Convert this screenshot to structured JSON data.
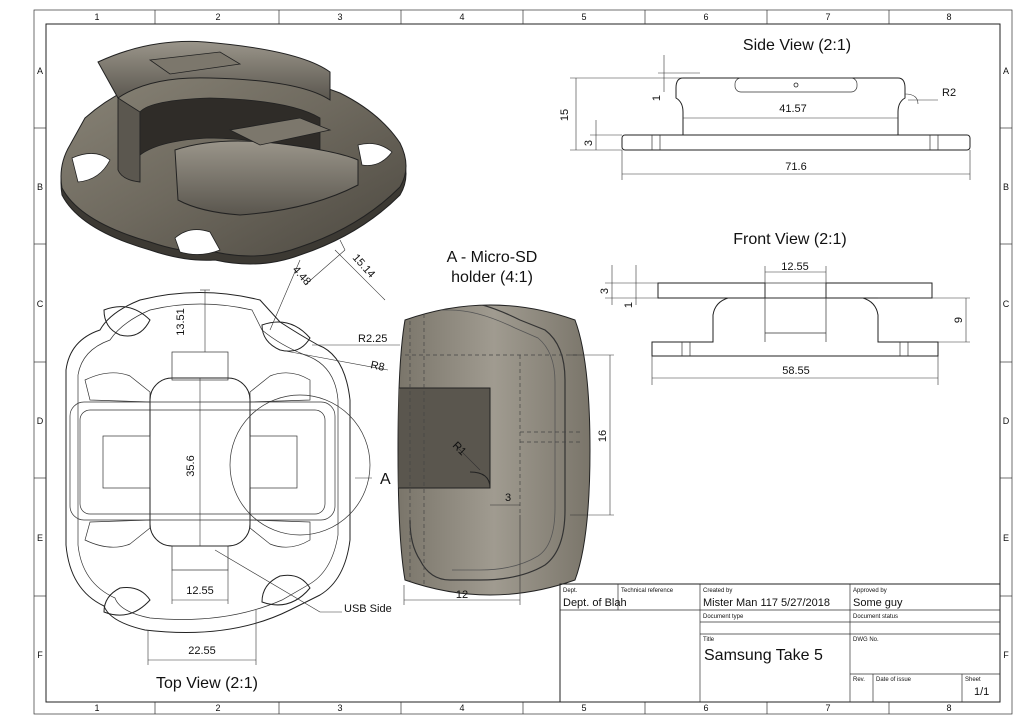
{
  "zones": {
    "columns": [
      "1",
      "2",
      "3",
      "4",
      "5",
      "6",
      "7",
      "8"
    ],
    "rows": [
      "A",
      "B",
      "C",
      "D",
      "E",
      "F"
    ]
  },
  "views": {
    "side_title": "Side View (2:1)",
    "front_title": "Front View (2:1)",
    "top_title": "Top View (2:1)",
    "detail_title_line1": "A - Micro-SD",
    "detail_title_line2": "holder (4:1)",
    "detail_marker": "A",
    "usb_note": "USB Side"
  },
  "dimensions": {
    "side": {
      "height": "15",
      "step": "1",
      "base": "3",
      "inner": "41.57",
      "overall": "71.6",
      "radius": "R2"
    },
    "front": {
      "width_top": "12.55",
      "a": "3",
      "b": "1",
      "height": "9",
      "overall": "58.55"
    },
    "top": {
      "d1": "13.51",
      "d2": "35.6",
      "d3": "12.55",
      "d4": "22.55",
      "r1": "R2.25",
      "r2": "R8",
      "a1": "4.48",
      "a2": "15.14"
    },
    "detail": {
      "d16": "16",
      "r1": "R1",
      "d3": "3",
      "d12": "12"
    }
  },
  "title_block": {
    "dept_label": "Dept.",
    "dept_value": "Dept. of Blah",
    "tech_ref_label": "Technical reference",
    "created_by_label": "Created by",
    "created_by_value": "Mister Man 117   5/27/2018",
    "approved_by_label": "Approved by",
    "approved_by_value": "Some guy",
    "doc_type_label": "Document type",
    "doc_status_label": "Document status",
    "title_label": "Title",
    "title_value": "Samsung Take 5",
    "dwg_label": "DWG No.",
    "rev_label": "Rev.",
    "date_issue_label": "Date of issue",
    "sheet_label": "Sheet",
    "sheet_value": "1/1"
  }
}
